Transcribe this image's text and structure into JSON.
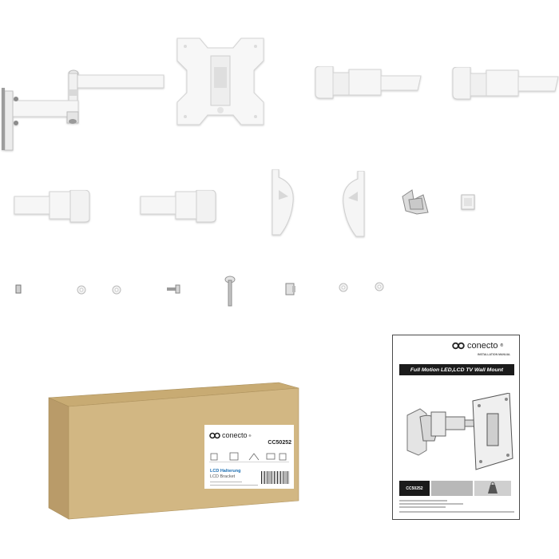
{
  "manual": {
    "brand": "conecto",
    "brand_mark": "®",
    "subtitle": "INSTALLATION MANUAL",
    "title": "Full Motion LED,LCD TV Wall Mount",
    "model": "CC50252"
  },
  "box_label": {
    "brand": "conecto",
    "brand_mark": "®",
    "model": "CC50252",
    "title_de": "LCD Halterung",
    "title_en": "LCD Bracket"
  },
  "colors": {
    "parts": "#f4f4f4",
    "part_shadow": "#c9c9c9",
    "box_front": "#d1b682",
    "box_top": "#c7aa72",
    "box_side": "#b8996a"
  }
}
